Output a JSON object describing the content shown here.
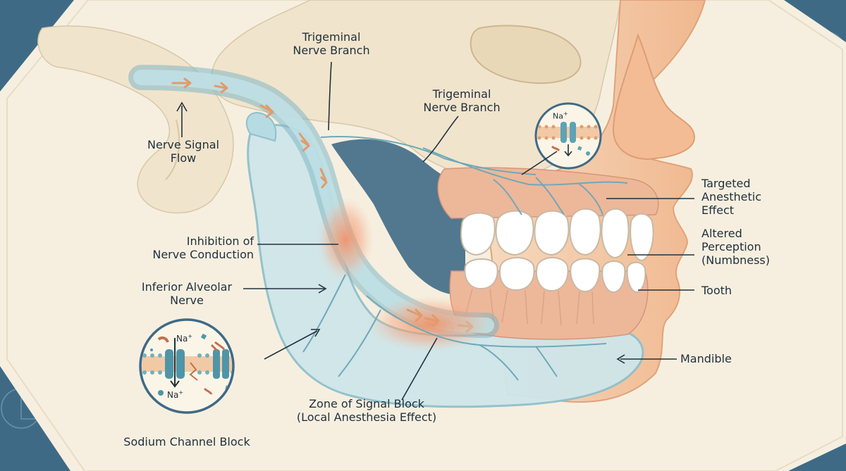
{
  "labels": {
    "trigeminal_top": [
      "Trigeminal",
      "Nerve Branch"
    ],
    "trigeminal_mid": [
      "Trigeminal",
      "Nerve Branch"
    ],
    "nerve_signal_flow": [
      "Nerve Signal",
      "Flow"
    ],
    "targeted_effect": [
      "Targeted",
      "Anesthetic",
      "Effect"
    ],
    "altered_perception": [
      "Altered",
      "Perception",
      "(Numbness)"
    ],
    "inhibition": [
      "Inhibition of",
      "Nerve Conduction"
    ],
    "inferior_alveolar": [
      "Inferior Alveolar",
      "Nerve"
    ],
    "tooth": "Tooth",
    "mandible": "Mandible",
    "zone_block": [
      "Zone of Signal Block",
      "(Local Anesthesia Effect)"
    ],
    "sodium_block": "Sodium Channel Block"
  },
  "ions": {
    "na_symbol": "Na",
    "charge": "+"
  },
  "colors": {
    "background_blue": "#3f6a86",
    "panel_cream": "#f6efe0",
    "bone": "#f1e4cc",
    "skin": "#f2c49f",
    "nerve_blue": "#a9d3db",
    "block_zone": "#f4956b",
    "gum": "#e9a98f",
    "tooth": "#ffffff"
  }
}
